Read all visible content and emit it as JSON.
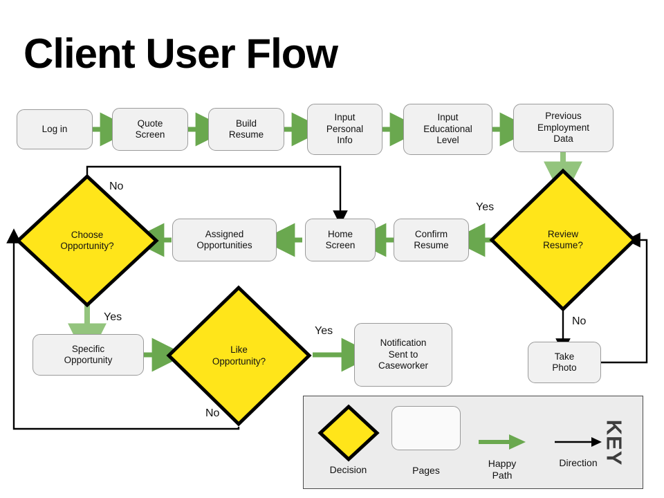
{
  "title": "Client User Flow",
  "colors": {
    "happy_path_green": "#6aa84f",
    "vertical_green": "#93c47d",
    "decision_yellow": "#ffe51a",
    "page_fill": "#f1f1f1",
    "page_border": "#9a9a9a",
    "direction_black": "#000000",
    "key_panel_fill": "#ececec",
    "key_word_color": "#3d3d3d"
  },
  "nodes": {
    "log_in": "Log in",
    "quote_screen": "Quote\nScreen",
    "build_resume": "Build\nResume",
    "input_personal_info": "Input\nPersonal\nInfo",
    "input_educational_level": "Input\nEducational\nLevel",
    "previous_employment_data": "Previous\nEmployment\nData",
    "review_resume": "Review\nResume?",
    "confirm_resume": "Confirm\nResume",
    "home_screen": "Home\nScreen",
    "assigned_opportunities": "Assigned\nOpportunities",
    "choose_opportunity": "Choose\nOpportunity?",
    "specific_opportunity": "Specific\nOpportunity",
    "like_opportunity": "Like\nOpportunity?",
    "notification_sent": "Notification\nSent to\nCaseworker",
    "take_photo": "Take\nPhoto"
  },
  "edge_labels": {
    "review_resume_yes": "Yes",
    "review_resume_no": "No",
    "choose_opportunity_no": "No",
    "choose_opportunity_yes": "Yes",
    "like_opportunity_yes": "Yes",
    "like_opportunity_no": "No"
  },
  "key": {
    "heading": "KEY",
    "items": [
      {
        "label": "Decision",
        "icon": "yellow-diamond-icon"
      },
      {
        "label": "Pages",
        "icon": "rounded-rectangle-icon"
      },
      {
        "label": "Happy\nPath",
        "icon": "green-arrow-icon"
      },
      {
        "label": "Direction",
        "icon": "black-arrow-icon"
      }
    ]
  }
}
